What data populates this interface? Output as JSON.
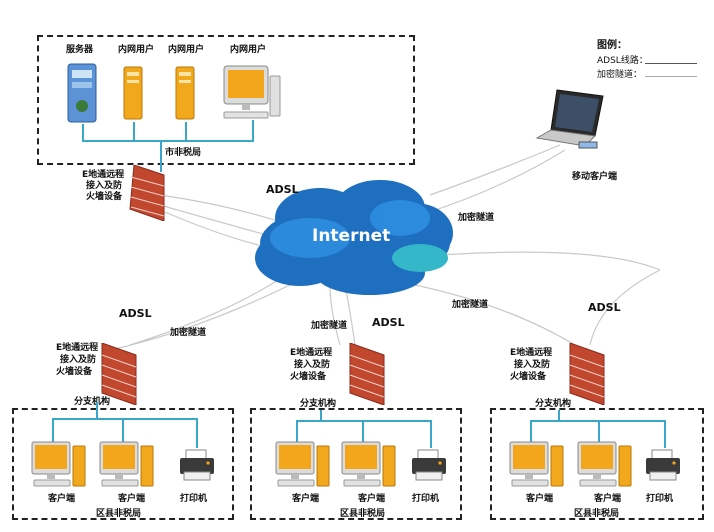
{
  "legend": {
    "title": "图例：",
    "adsl": "ADSL线路：",
    "vpn": "加密隧道："
  },
  "hq": {
    "server": "服务器",
    "user1": "内网用户",
    "user2": "内网用户",
    "user3": "内网用户",
    "office": "市非税局"
  },
  "hq_firewall": {
    "line1": "E地通远程",
    "line2": "接入及防",
    "line3": "火墙设备"
  },
  "cloud": {
    "label": "Internet"
  },
  "links": {
    "adsl_top": "ADSL",
    "vpn_right": "加密隧道",
    "adsl_left": "ADSL",
    "vpn_left": "加密隧道",
    "vpn_mid": "加密隧道",
    "adsl_mid": "ADSL",
    "vpn_lower": "加密隧道",
    "adsl_right": "ADSL"
  },
  "mobile": {
    "label": "移动客户端"
  },
  "branches": [
    {
      "fw1": "E地通远程",
      "fw2": "接入及防",
      "fw3": "火墙设备",
      "branch": "分支机构",
      "client1": "客户端",
      "client2": "客户端",
      "printer": "打印机",
      "office": "区县非税局"
    },
    {
      "fw1": "E地通远程",
      "fw2": "接入及防",
      "fw3": "火墙设备",
      "branch": "分支机构",
      "client1": "客户端",
      "client2": "客户端",
      "printer": "打印机",
      "office": "区县非税局"
    },
    {
      "fw1": "E地通远程",
      "fw2": "接入及防",
      "fw3": "火墙设备",
      "branch": "分支机构",
      "client1": "客户端",
      "client2": "客户端",
      "printer": "打印机",
      "office": "区县非税局"
    }
  ],
  "colors": {
    "wire": "#3aa6c9",
    "cloud": "#1f6fc0",
    "brick": "#c2472f",
    "tower": "#f2a81d",
    "monitor": "#f3a51c"
  }
}
